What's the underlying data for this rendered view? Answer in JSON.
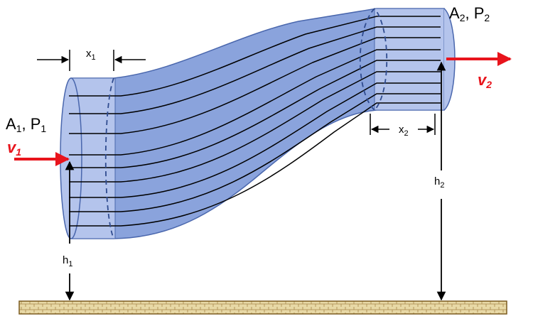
{
  "labels": {
    "inlet_area_pressure": "A",
    "inlet_area_sub": "1",
    "inlet_pressure_sep": ", P",
    "inlet_pressure_sub": "1",
    "outlet_area": "A",
    "outlet_area_sub": "2",
    "outlet_pressure_sep": ", P",
    "outlet_pressure_sub": "2",
    "v1": "v",
    "v1_sub": "1",
    "v2": "v",
    "v2_sub": "2",
    "x1": "x",
    "x1_sub": "1",
    "x2": "x",
    "x2_sub": "2",
    "h1": "h",
    "h1_sub": "1",
    "h2": "h",
    "h2_sub": "2"
  },
  "colors": {
    "pipe_fill": "#8aa3dc",
    "pipe_light": "#b4c4ec",
    "pipe_stroke": "#4a67ad",
    "velocity_arrow": "#e8141c",
    "ground_fill": "#e8d9a6",
    "ground_stroke": "#7a5a1e"
  }
}
